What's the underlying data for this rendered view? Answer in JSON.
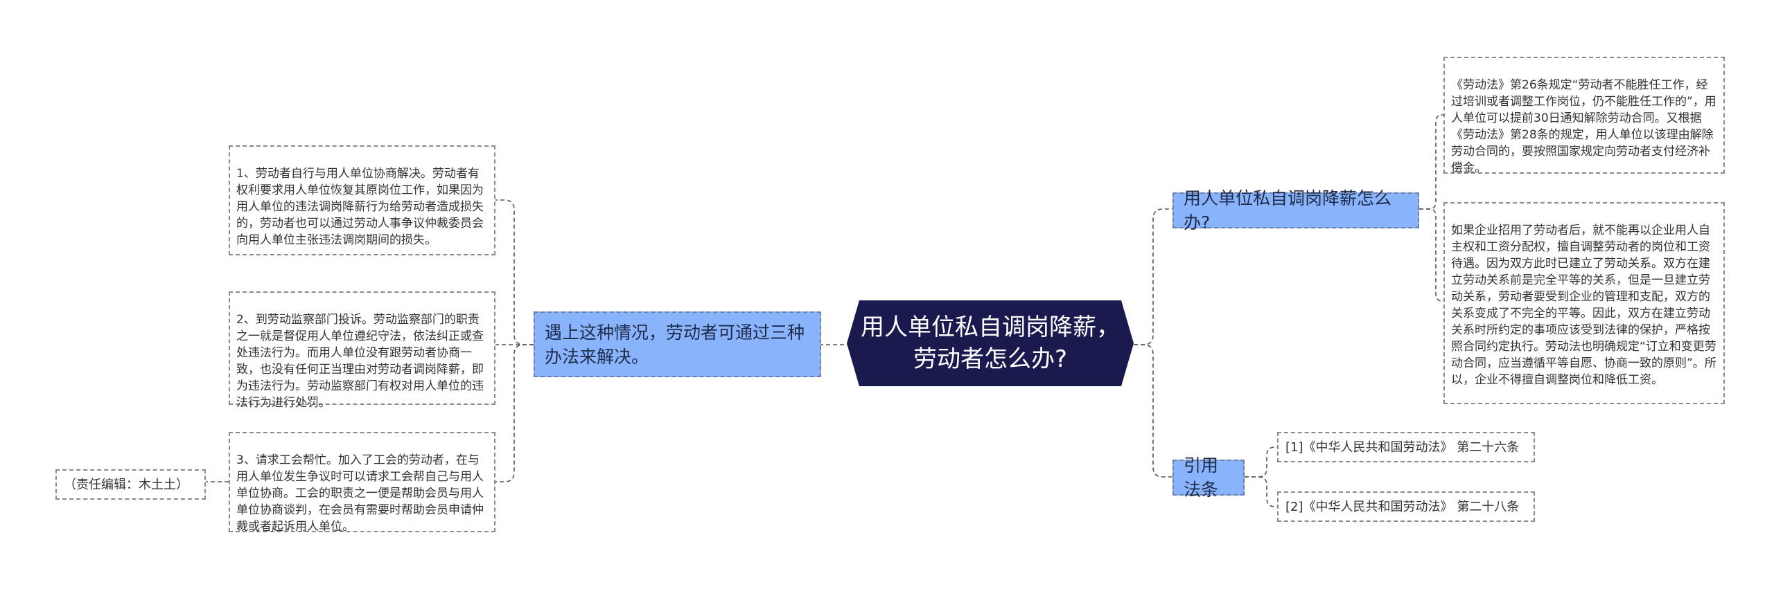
{
  "central": {
    "title": "用人单位私自调岗降薪，\n劳动者怎么办?"
  },
  "left_branch": {
    "label": "遇上这种情况，劳动者可通过三种办法来解决。",
    "children": [
      "1、劳动者自行与用人单位协商解决。劳动者有权利要求用人单位恢复其原岗位工作，如果因为用人单位的违法调岗降薪行为给劳动者造成损失的，劳动者也可以通过劳动人事争议仲裁委员会向用人单位主张违法调岗期间的损失。",
      "2、到劳动监察部门投诉。劳动监察部门的职责之一就是督促用人单位遵纪守法，依法纠正或查处违法行为。而用人单位没有跟劳动者协商一致，也没有任何正当理由对劳动者调岗降薪，即为违法行为。劳动监察部门有权对用人单位的违法行为进行处罚。",
      "3、请求工会帮忙。加入了工会的劳动者，在与用人单位发生争议时可以请求工会帮自己与用人单位协商。工会的职责之一便是帮助会员与用人单位协商谈判，在会员有需要时帮助会员申请仲裁或者起诉用人单位。"
    ],
    "editor": "（责任编辑：木土土）"
  },
  "right_branch_1": {
    "label": "用人单位私自调岗降薪怎么办?",
    "children": [
      "《劳动法》第26条规定“劳动者不能胜任工作，经过培训或者调整工作岗位，仍不能胜任工作的”，用人单位可以提前30日通知解除劳动合同。又根据《劳动法》第28条的规定，用人单位以该理由解除劳动合同的，要按照国家规定向劳动者支付经济补偿金。",
      "如果企业招用了劳动者后，就不能再以企业用人自主权和工资分配权，擅自调整劳动者的岗位和工资待遇。因为双方此时已建立了劳动关系。双方在建立劳动关系前是完全平等的关系，但是一旦建立劳动关系，劳动者要受到企业的管理和支配，双方的关系变成了不完全的平等。因此，双方在建立劳动关系时所约定的事项应该受到法律的保护，严格按照合同约定执行。劳动法也明确规定“订立和变更劳动合同，应当遵循平等自愿、协商一致的原则”。所以，企业不得擅自调整岗位和降低工资。"
    ]
  },
  "right_branch_2": {
    "label": "引用法条",
    "children": [
      "[1]《中华人民共和国劳动法》 第二十六条",
      "[2]《中华人民共和国劳动法》 第二十八条"
    ]
  }
}
